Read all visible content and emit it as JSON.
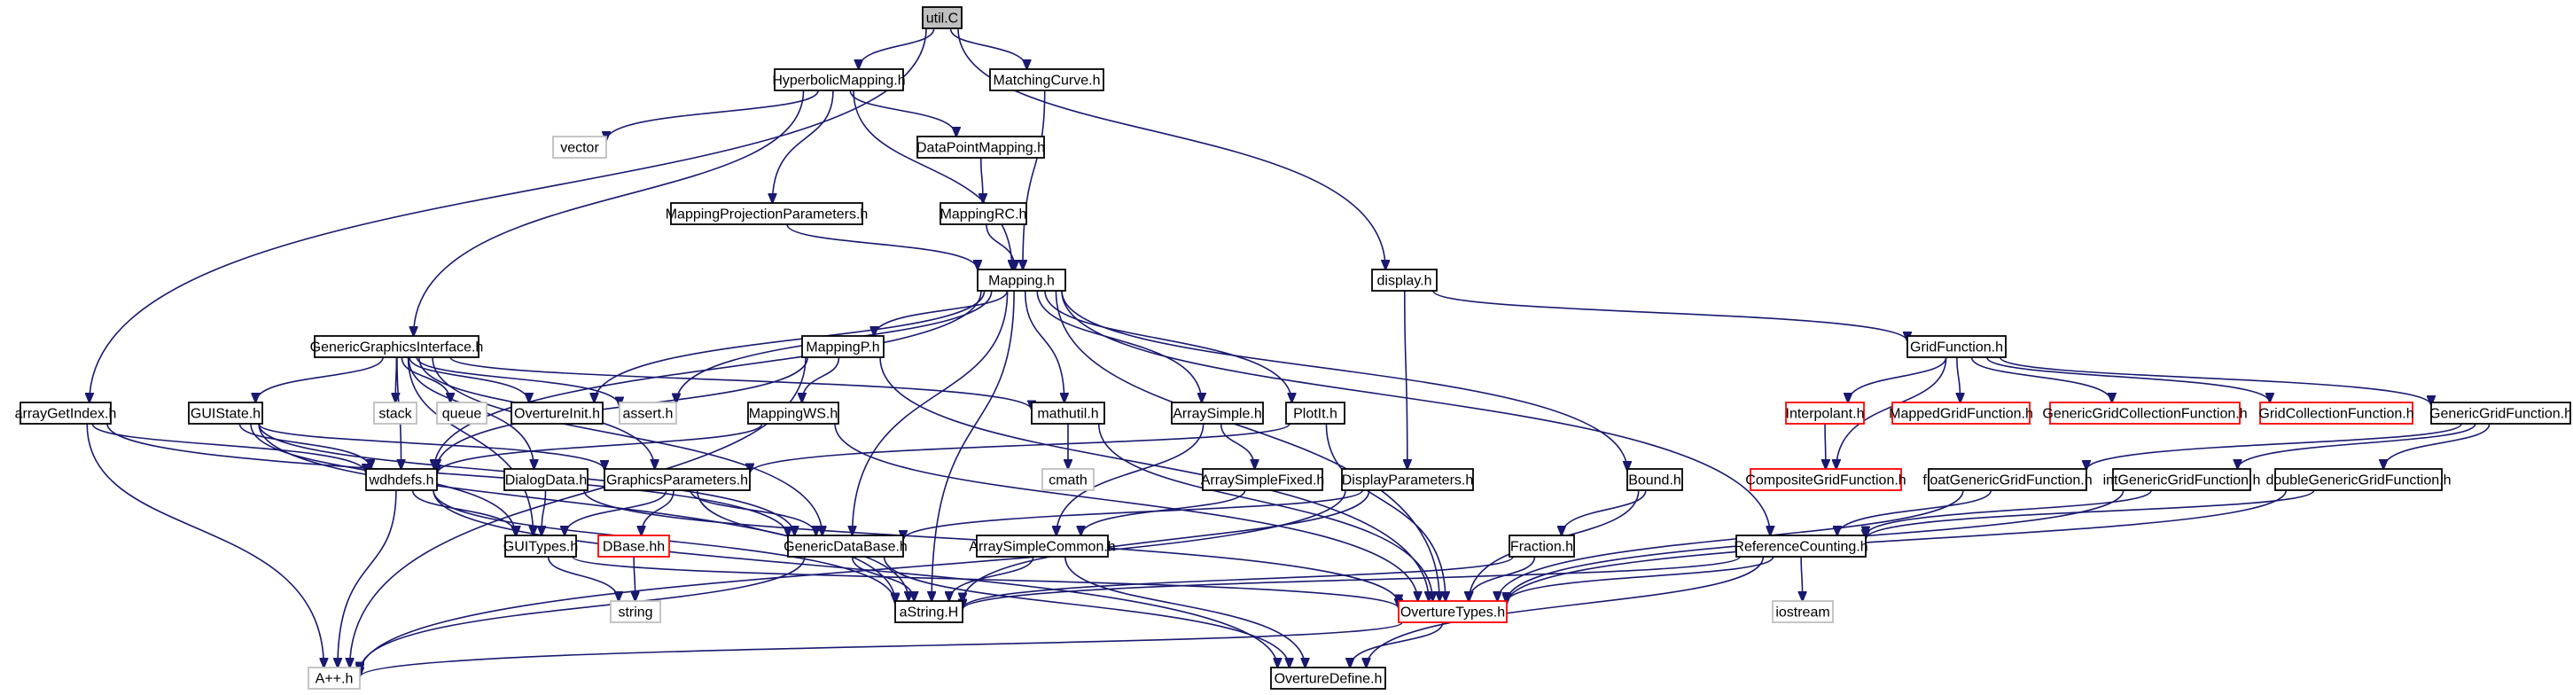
{
  "colors": {
    "edge": "#191970",
    "border_normal": "#000000",
    "border_missing": "#ff0000",
    "border_system": "#bfbfbf",
    "root_fill": "#bfbfbf",
    "node_fill": "#ffffff",
    "text": "#000000"
  },
  "nodes": [
    {
      "id": "utilc",
      "label": "util.C",
      "kind": "root"
    },
    {
      "id": "hyperbolic",
      "label": "HyperbolicMapping.h",
      "kind": "normal"
    },
    {
      "id": "matchingcurve",
      "label": "MatchingCurve.h",
      "kind": "normal"
    },
    {
      "id": "vector",
      "label": "vector",
      "kind": "system"
    },
    {
      "id": "datapointmapping",
      "label": "DataPointMapping.h",
      "kind": "normal"
    },
    {
      "id": "mappingprojparams",
      "label": "MappingProjectionParameters.h",
      "kind": "normal"
    },
    {
      "id": "mappingrc",
      "label": "MappingRC.h",
      "kind": "normal"
    },
    {
      "id": "display",
      "label": "display.h",
      "kind": "normal"
    },
    {
      "id": "mapping",
      "label": "Mapping.h",
      "kind": "normal"
    },
    {
      "id": "ggi",
      "label": "GenericGraphicsInterface.h",
      "kind": "normal"
    },
    {
      "id": "mappingp",
      "label": "MappingP.h",
      "kind": "normal"
    },
    {
      "id": "gridfunction",
      "label": "GridFunction.h",
      "kind": "normal"
    },
    {
      "id": "arraygetindex",
      "label": "arrayGetIndex.h",
      "kind": "normal"
    },
    {
      "id": "guistate",
      "label": "GUIState.h",
      "kind": "normal"
    },
    {
      "id": "stack",
      "label": "stack",
      "kind": "system"
    },
    {
      "id": "queue",
      "label": "queue",
      "kind": "system"
    },
    {
      "id": "overtureinit",
      "label": "OvertureInit.h",
      "kind": "normal"
    },
    {
      "id": "asserth",
      "label": "assert.h",
      "kind": "system"
    },
    {
      "id": "mappingws",
      "label": "MappingWS.h",
      "kind": "normal"
    },
    {
      "id": "mathutil",
      "label": "mathutil.h",
      "kind": "normal"
    },
    {
      "id": "arraysimple",
      "label": "ArraySimple.h",
      "kind": "normal"
    },
    {
      "id": "plotit",
      "label": "PlotIt.h",
      "kind": "normal"
    },
    {
      "id": "interpolant",
      "label": "Interpolant.h",
      "kind": "missing"
    },
    {
      "id": "mappedgf",
      "label": "MappedGridFunction.h",
      "kind": "missing"
    },
    {
      "id": "gengridcollgf",
      "label": "GenericGridCollectionFunction.h",
      "kind": "missing"
    },
    {
      "id": "gridcollgf",
      "label": "GridCollectionFunction.h",
      "kind": "missing"
    },
    {
      "id": "genericgf",
      "label": "GenericGridFunction.h",
      "kind": "normal"
    },
    {
      "id": "wdhdefs",
      "label": "wdhdefs.h",
      "kind": "normal"
    },
    {
      "id": "dialogdata",
      "label": "DialogData.h",
      "kind": "normal"
    },
    {
      "id": "graphicsparams",
      "label": "GraphicsParameters.h",
      "kind": "normal"
    },
    {
      "id": "cmath",
      "label": "cmath",
      "kind": "system"
    },
    {
      "id": "arraysimplefixed",
      "label": "ArraySimpleFixed.h",
      "kind": "normal"
    },
    {
      "id": "displayparams",
      "label": "DisplayParameters.h",
      "kind": "normal"
    },
    {
      "id": "bound",
      "label": "Bound.h",
      "kind": "normal"
    },
    {
      "id": "compositegf",
      "label": "CompositeGridFunction.h",
      "kind": "missing"
    },
    {
      "id": "floatgf",
      "label": "floatGenericGridFunction.h",
      "kind": "normal"
    },
    {
      "id": "intgf",
      "label": "intGenericGridFunction.h",
      "kind": "normal"
    },
    {
      "id": "doublegf",
      "label": "doubleGenericGridFunction.h",
      "kind": "normal"
    },
    {
      "id": "guitypes",
      "label": "GUITypes.h",
      "kind": "normal"
    },
    {
      "id": "dbase",
      "label": "DBase.hh",
      "kind": "missing"
    },
    {
      "id": "genericdatabase",
      "label": "GenericDataBase.h",
      "kind": "normal"
    },
    {
      "id": "arraysimplecommon",
      "label": "ArraySimpleCommon.h",
      "kind": "normal"
    },
    {
      "id": "fraction",
      "label": "Fraction.h",
      "kind": "normal"
    },
    {
      "id": "refcounting",
      "label": "ReferenceCounting.h",
      "kind": "normal"
    },
    {
      "id": "string",
      "label": "string",
      "kind": "system"
    },
    {
      "id": "astring",
      "label": "aString.H",
      "kind": "normal"
    },
    {
      "id": "overturetypes",
      "label": "OvertureTypes.h",
      "kind": "missing"
    },
    {
      "id": "iostream",
      "label": "iostream",
      "kind": "system"
    },
    {
      "id": "app",
      "label": "A++.h",
      "kind": "system"
    },
    {
      "id": "overturedefine",
      "label": "OvertureDefine.h",
      "kind": "normal"
    }
  ],
  "edges": [
    [
      "utilc",
      "hyperbolic"
    ],
    [
      "utilc",
      "matchingcurve"
    ],
    [
      "utilc",
      "display"
    ],
    [
      "utilc",
      "arraygetindex"
    ],
    [
      "hyperbolic",
      "vector"
    ],
    [
      "hyperbolic",
      "datapointmapping"
    ],
    [
      "hyperbolic",
      "mappingprojparams"
    ],
    [
      "hyperbolic",
      "mapping"
    ],
    [
      "hyperbolic",
      "ggi"
    ],
    [
      "matchingcurve",
      "mapping"
    ],
    [
      "datapointmapping",
      "mappingrc"
    ],
    [
      "mappingrc",
      "mapping"
    ],
    [
      "mappingprojparams",
      "mapping"
    ],
    [
      "display",
      "displayparams"
    ],
    [
      "display",
      "gridfunction"
    ],
    [
      "mapping",
      "overtureinit"
    ],
    [
      "mapping",
      "asserth"
    ],
    [
      "mapping",
      "mappingp"
    ],
    [
      "mapping",
      "mathutil"
    ],
    [
      "mapping",
      "arraysimple"
    ],
    [
      "mapping",
      "plotit"
    ],
    [
      "mapping",
      "wdhdefs"
    ],
    [
      "mapping",
      "genericdatabase"
    ],
    [
      "mapping",
      "astring"
    ],
    [
      "mapping",
      "bound"
    ],
    [
      "mapping",
      "refcounting"
    ],
    [
      "mapping",
      "overturetypes"
    ],
    [
      "ggi",
      "guistate"
    ],
    [
      "ggi",
      "stack"
    ],
    [
      "ggi",
      "queue"
    ],
    [
      "ggi",
      "overtureinit"
    ],
    [
      "ggi",
      "asserth"
    ],
    [
      "ggi",
      "mathutil"
    ],
    [
      "ggi",
      "wdhdefs"
    ],
    [
      "ggi",
      "dialogdata"
    ],
    [
      "ggi",
      "graphicsparams"
    ],
    [
      "ggi",
      "guitypes"
    ],
    [
      "ggi",
      "genericdatabase"
    ],
    [
      "mappingp",
      "mappingws"
    ],
    [
      "mappingp",
      "wdhdefs"
    ],
    [
      "mappingp",
      "app"
    ],
    [
      "mappingp",
      "overturetypes"
    ],
    [
      "mappingws",
      "wdhdefs"
    ],
    [
      "mappingws",
      "overturetypes"
    ],
    [
      "gridfunction",
      "interpolant"
    ],
    [
      "gridfunction",
      "mappedgf"
    ],
    [
      "gridfunction",
      "gengridcollgf"
    ],
    [
      "gridfunction",
      "gridcollgf"
    ],
    [
      "gridfunction",
      "genericgf"
    ],
    [
      "gridfunction",
      "compositegf"
    ],
    [
      "interpolant",
      "compositegf"
    ],
    [
      "genericgf",
      "floatgf"
    ],
    [
      "genericgf",
      "intgf"
    ],
    [
      "genericgf",
      "doublegf"
    ],
    [
      "arraygetindex",
      "wdhdefs"
    ],
    [
      "arraygetindex",
      "app"
    ],
    [
      "arraygetindex",
      "genericdatabase"
    ],
    [
      "guistate",
      "wdhdefs"
    ],
    [
      "guistate",
      "guitypes"
    ],
    [
      "guistate",
      "graphicsparams"
    ],
    [
      "guistate",
      "genericdatabase"
    ],
    [
      "guistate",
      "astring"
    ],
    [
      "mathutil",
      "cmath"
    ],
    [
      "mathutil",
      "overturetypes"
    ],
    [
      "arraysimple",
      "arraysimplefixed"
    ],
    [
      "arraysimple",
      "arraysimplecommon"
    ],
    [
      "plotit",
      "graphicsparams"
    ],
    [
      "plotit",
      "overturetypes"
    ],
    [
      "wdhdefs",
      "guitypes"
    ],
    [
      "wdhdefs",
      "app"
    ],
    [
      "wdhdefs",
      "astring"
    ],
    [
      "wdhdefs",
      "overturedefine"
    ],
    [
      "dialogdata",
      "guitypes"
    ],
    [
      "dialogdata",
      "overturetypes"
    ],
    [
      "graphicsparams",
      "guitypes"
    ],
    [
      "graphicsparams",
      "dbase"
    ],
    [
      "graphicsparams",
      "genericdatabase"
    ],
    [
      "graphicsparams",
      "astring"
    ],
    [
      "arraysimplefixed",
      "arraysimplecommon"
    ],
    [
      "displayparams",
      "genericdatabase"
    ],
    [
      "displayparams",
      "astring"
    ],
    [
      "displayparams",
      "app"
    ],
    [
      "bound",
      "fraction"
    ],
    [
      "bound",
      "overturetypes"
    ],
    [
      "floatgf",
      "refcounting"
    ],
    [
      "floatgf",
      "overturetypes"
    ],
    [
      "intgf",
      "refcounting"
    ],
    [
      "intgf",
      "overturetypes"
    ],
    [
      "doublegf",
      "refcounting"
    ],
    [
      "doublegf",
      "overturetypes"
    ],
    [
      "guitypes",
      "string"
    ],
    [
      "guitypes",
      "overturetypes"
    ],
    [
      "dbase",
      "string"
    ],
    [
      "genericdatabase",
      "astring"
    ],
    [
      "genericdatabase",
      "app"
    ],
    [
      "genericdatabase",
      "overturedefine"
    ],
    [
      "arraysimplecommon",
      "astring"
    ],
    [
      "arraysimplecommon",
      "overturedefine"
    ],
    [
      "fraction",
      "astring"
    ],
    [
      "fraction",
      "overturetypes"
    ],
    [
      "refcounting",
      "iostream"
    ],
    [
      "refcounting",
      "overturetypes"
    ],
    [
      "refcounting",
      "astring"
    ],
    [
      "refcounting",
      "overturedefine"
    ],
    [
      "overturetypes",
      "app"
    ],
    [
      "overturetypes",
      "overturedefine"
    ]
  ]
}
